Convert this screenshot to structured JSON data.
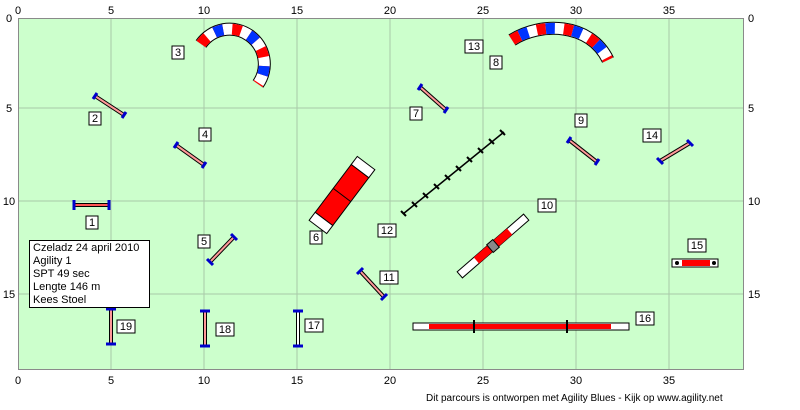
{
  "axis": {
    "top_ticks": [
      "0",
      "5",
      "10",
      "15",
      "20",
      "25",
      "30",
      "35"
    ],
    "bottom_ticks": [
      "0",
      "5",
      "10",
      "15",
      "20",
      "25",
      "30",
      "35"
    ],
    "left_ticks": [
      "0",
      "5",
      "10",
      "15"
    ],
    "right_ticks": [
      "0",
      "5",
      "10",
      "15"
    ]
  },
  "obstacle_numbers": [
    "1",
    "2",
    "3",
    "4",
    "5",
    "6",
    "7",
    "8",
    "9",
    "10",
    "11",
    "12",
    "13",
    "14",
    "15",
    "16",
    "17",
    "18",
    "19"
  ],
  "info": {
    "line1": "Czeladz 24 april 2010",
    "line2": "Agility 1",
    "line3": "SPT 49 sec",
    "line4": "Lengte 146 m",
    "line5": "Kees Stoel"
  },
  "footer": "Dit parcours is ontworpen met Agility Blues - Kijk op www.agility.net",
  "colors": {
    "field": "#ccffcc",
    "bar_red": "#ff0000",
    "stand_blue": "#0000cc",
    "tunnel_blue": "#0033ff"
  }
}
